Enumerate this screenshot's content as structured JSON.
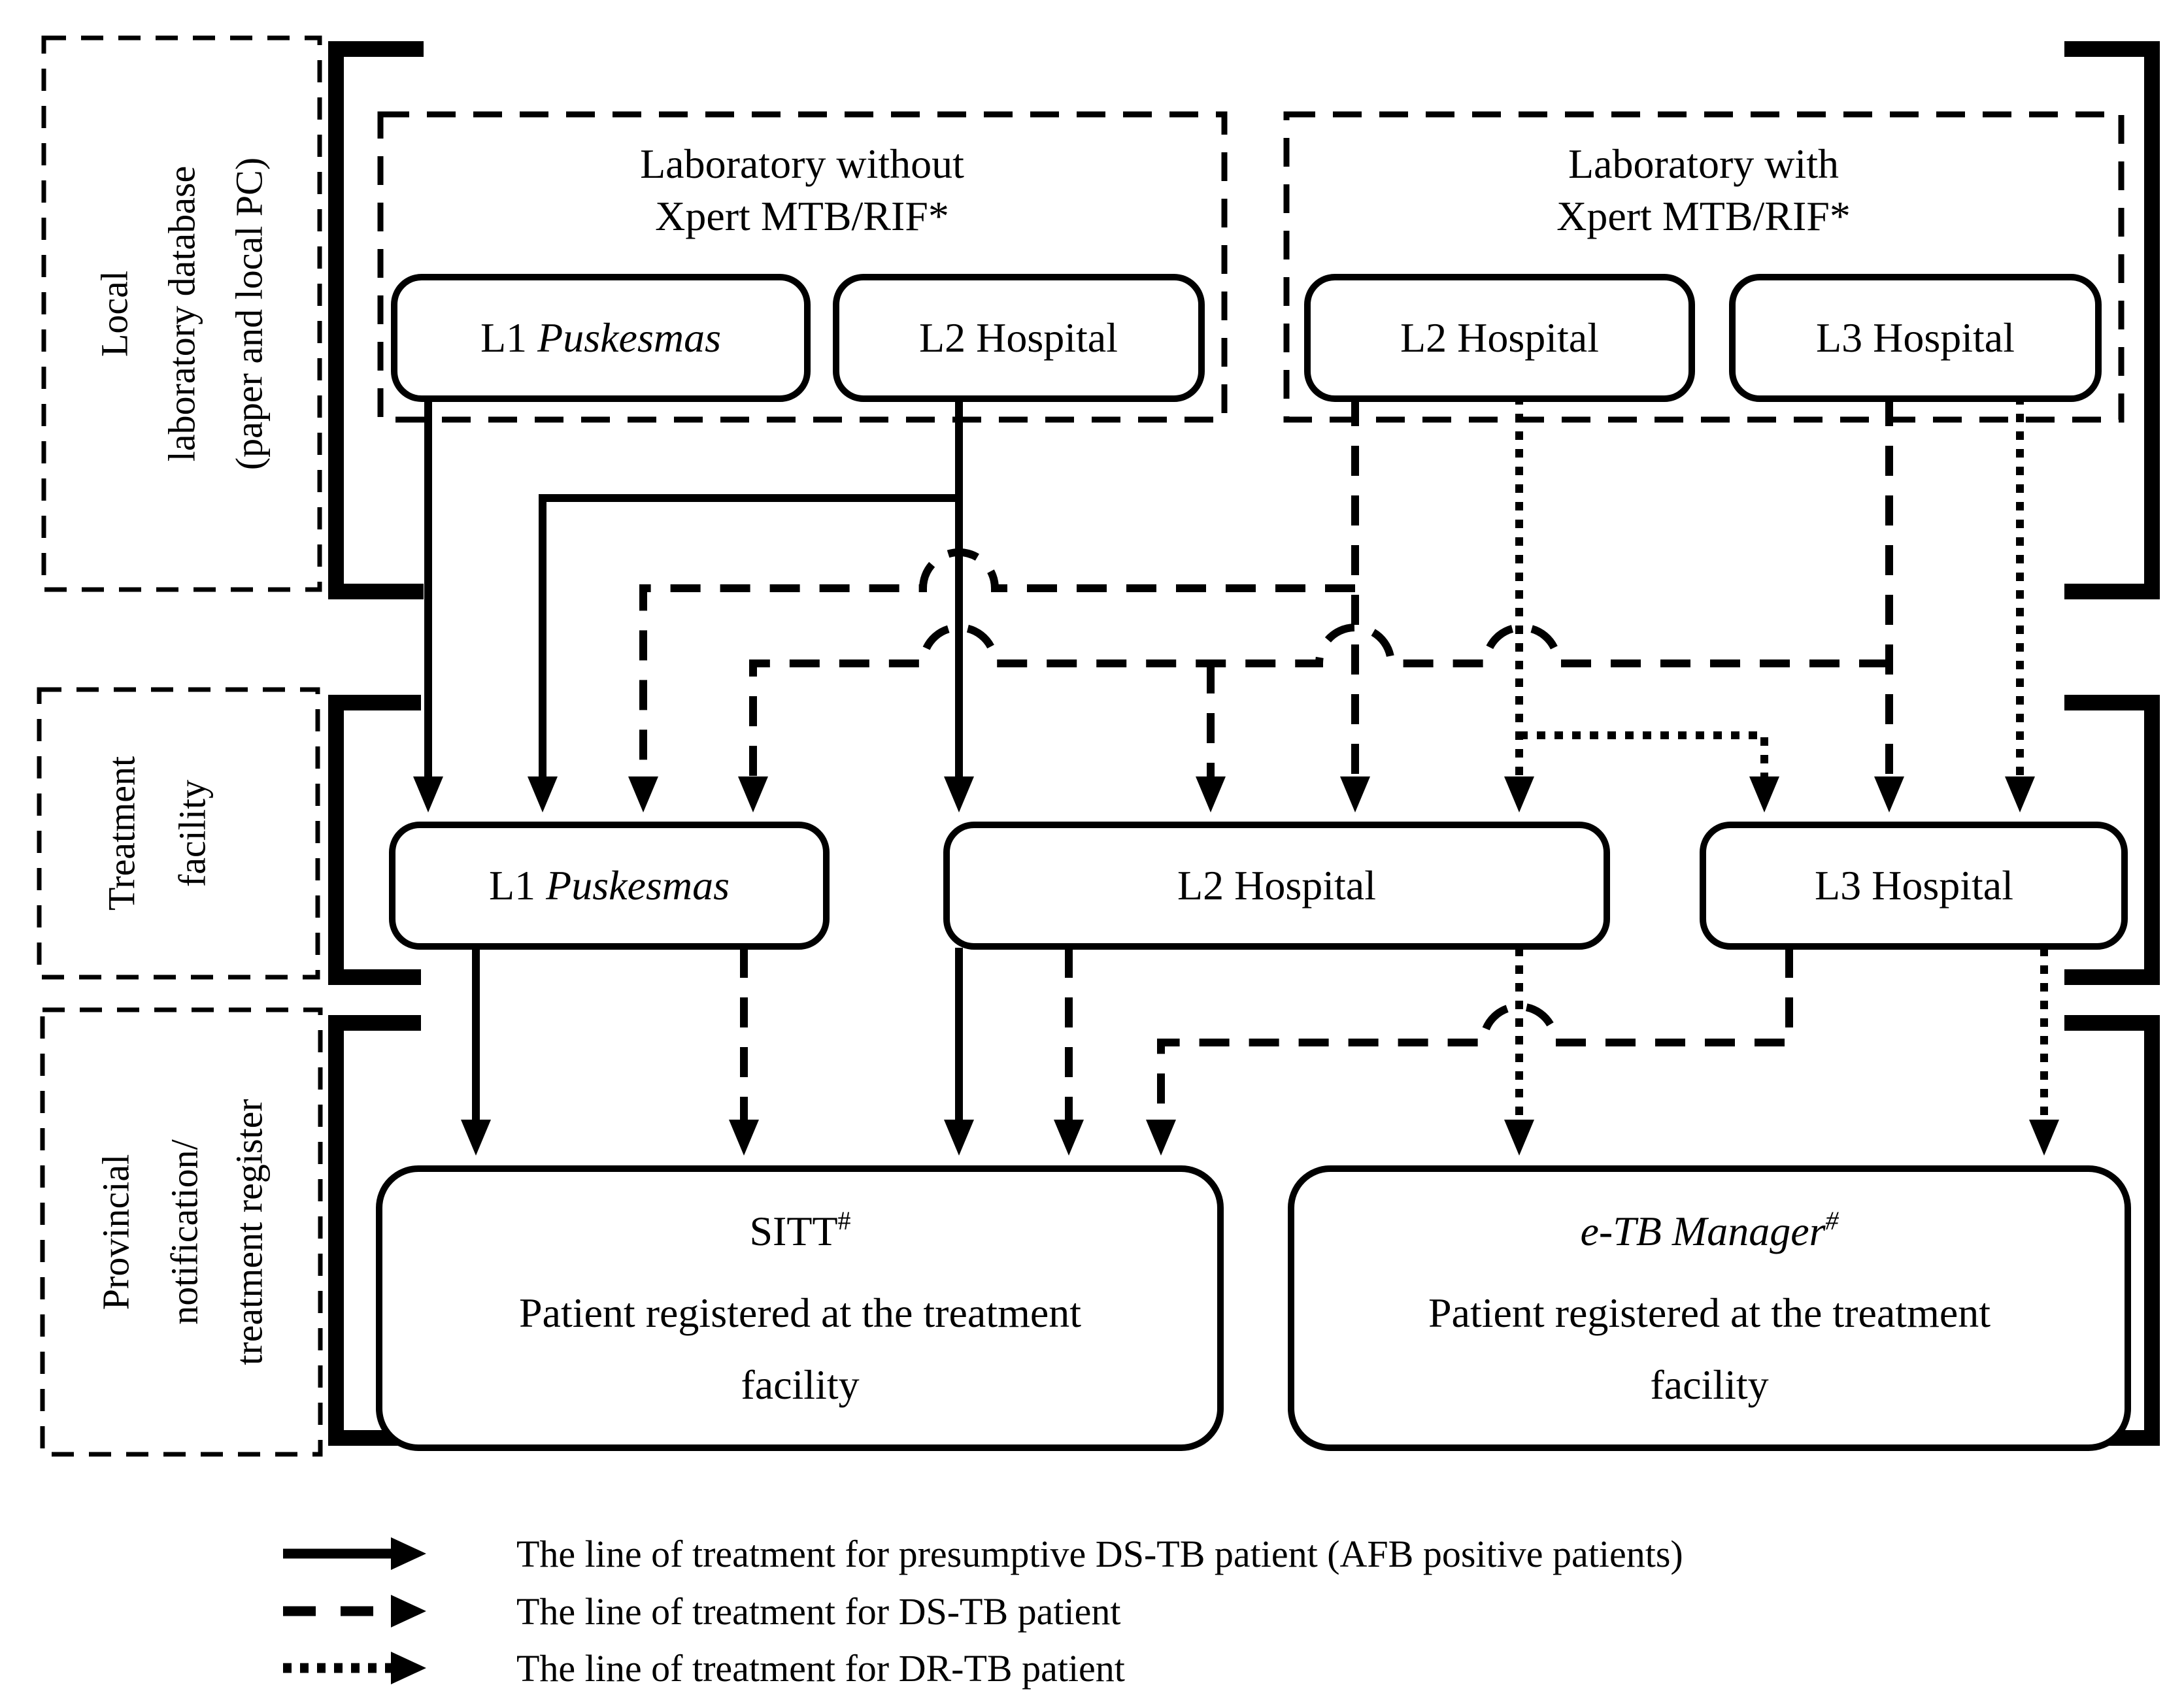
{
  "colors": {
    "ink": "#000000",
    "paper": "#ffffff"
  },
  "bands": [
    {
      "lines": [
        "Local",
        "laboratory database",
        "(paper and local PC)"
      ]
    },
    {
      "lines": [
        "Treatment",
        "facility"
      ]
    },
    {
      "lines": [
        "Provincial",
        "notification/",
        "treatment register"
      ]
    }
  ],
  "lab_groups": [
    {
      "title_line1": "Laboratory without",
      "title_line2": "Xpert MTB/RIF*"
    },
    {
      "title_line1": "Laboratory with",
      "title_line2": "Xpert MTB/RIF*"
    }
  ],
  "lab_boxes": {
    "l1_prefix": "L1",
    "l1_name": "Puskesmas",
    "l2_no_xpert": "L2 Hospital",
    "l2_with_xpert": "L2 Hospital",
    "l3_with_xpert": "L3 Hospital"
  },
  "treatment_boxes": {
    "l1_prefix": "L1",
    "l1_name": "Puskesmas",
    "l2": "L2 Hospital",
    "l3": "L3 Hospital"
  },
  "register_boxes": {
    "sitt_title": "SITT",
    "sitt_sup": "#",
    "etb_title": "e-TB Manager",
    "etb_sup": "#",
    "line2": "Patient registered at the treatment",
    "line3": "facility"
  },
  "legend": {
    "items": [
      {
        "style": "solid",
        "label": "The line of treatment for presumptive DS-TB patient (AFB positive patients)"
      },
      {
        "style": "dashed",
        "label": "The line of treatment for DS-TB patient"
      },
      {
        "style": "dotted",
        "label": "The line of treatment for DR-TB patient"
      }
    ]
  }
}
